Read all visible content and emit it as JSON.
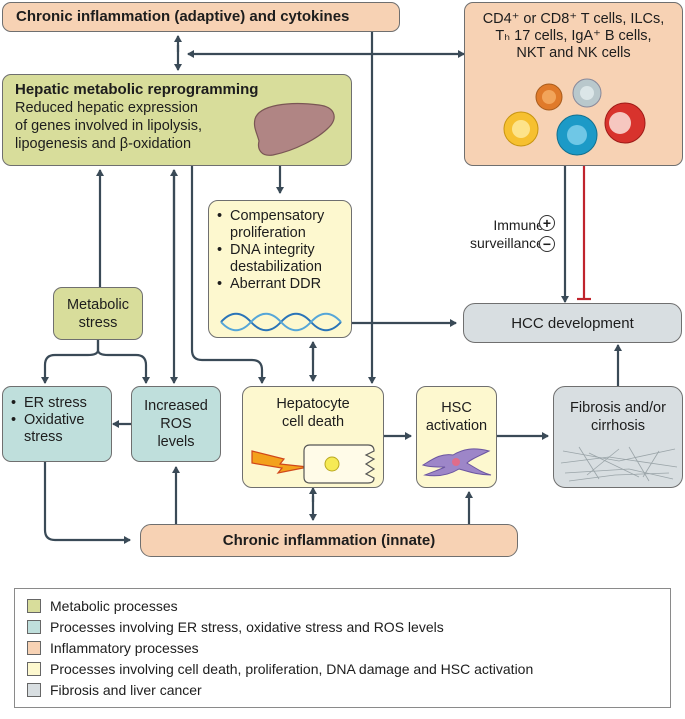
{
  "nodes": {
    "adaptive": "Chronic inflammation (adaptive) and cytokines",
    "tcells": [
      "CD4⁺ or CD8⁺ T cells, ILCs,",
      "Tₕ 17 cells, IgA⁺ B cells,",
      "NKT and NK cells"
    ],
    "hepatic_title": "Hepatic metabolic reprogramming",
    "hepatic_body": [
      "Reduced hepatic expression",
      "of genes involved in lipolysis,",
      "lipogenesis and β-oxidation"
    ],
    "compensatory": [
      "Compensatory proliferation",
      "DNA integrity destabilization",
      "Aberrant DDR"
    ],
    "immune_label": [
      "Immune",
      "surveillance"
    ],
    "metabolic_stress": [
      "Metabolic",
      "stress"
    ],
    "hcc": "HCC development",
    "er_stress": [
      "ER stress",
      "Oxidative stress"
    ],
    "ros": [
      "Increased",
      "ROS",
      "levels"
    ],
    "hepatocyte": [
      "Hepatocyte",
      "cell death"
    ],
    "hsc": [
      "HSC",
      "activation"
    ],
    "fibrosis": [
      "Fibrosis and/or",
      "cirrhosis"
    ],
    "innate": "Chronic inflammation (innate)"
  },
  "symbols": {
    "plus": "+",
    "minus": "−"
  },
  "legend": [
    {
      "label": "Metabolic processes",
      "color": "#d8dd9b"
    },
    {
      "label": "Processes involving ER stress, oxidative stress and ROS levels",
      "color": "#bfdfdc"
    },
    {
      "label": "Inflammatory processes",
      "color": "#f7d2b4"
    },
    {
      "label": "Processes involving cell death, proliferation, DNA damage and HSC activation",
      "color": "#fdf8cf"
    },
    {
      "label": "Fibrosis and liver cancer",
      "color": "#d8dee1"
    }
  ],
  "colors": {
    "arrow": "#3a4a57",
    "inhibit": "#c0242d"
  }
}
